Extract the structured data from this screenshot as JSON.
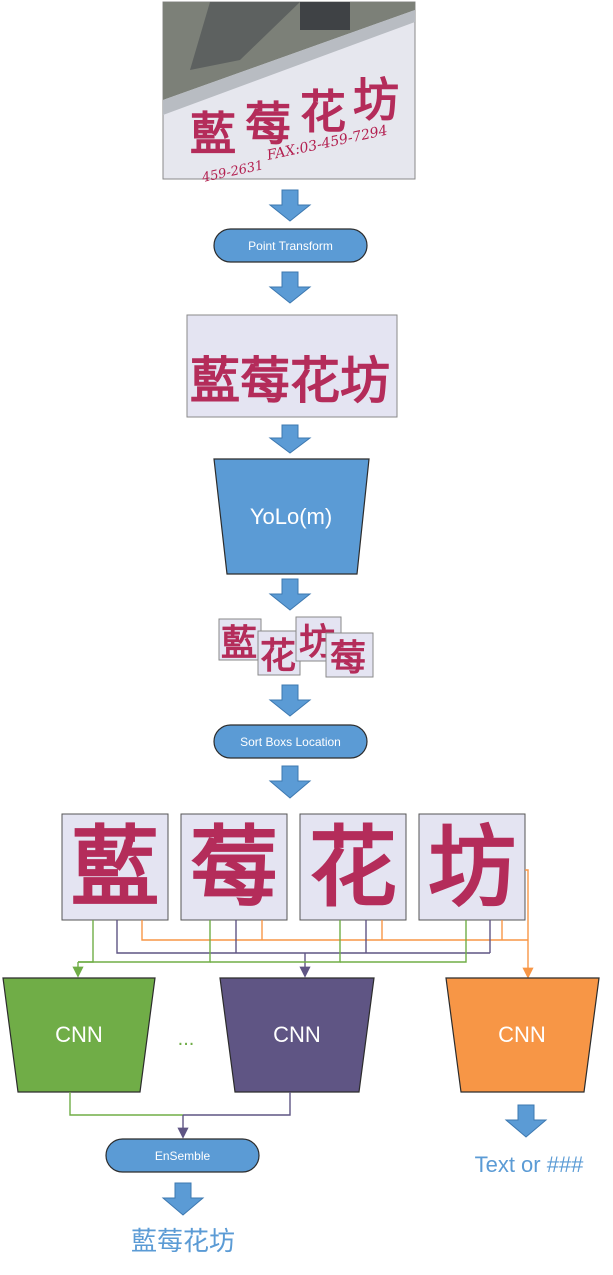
{
  "colors": {
    "accent_blue": "#5b9bd5",
    "pill_blue": "#5b9bd5",
    "cnn_green": "#70ad47",
    "cnn_purple": "#5f5584",
    "cnn_orange": "#f79646",
    "char_color": "#b42c5a",
    "tile_bg": "#e4e4f2"
  },
  "source_photo": {
    "characters": [
      "藍",
      "莓",
      "花",
      "坊"
    ],
    "fax_text": "FAX:03-459-7294",
    "phone_fragment": "459-2631"
  },
  "steps": {
    "point_transform": "Point Transform",
    "yolo": "YoLo(m)",
    "sort_boxes": "Sort Boxs Location",
    "ensemble": "EnSemble"
  },
  "detected_boxes": [
    "藍",
    "花",
    "坊",
    "莓"
  ],
  "sorted_chars": [
    "藍",
    "莓",
    "花",
    "坊"
  ],
  "cnn": {
    "green_label": "CNN",
    "purple_label": "CNN",
    "orange_label": "CNN",
    "ellipsis": "..."
  },
  "outputs": {
    "orange_output": "Text or ###",
    "final_result": "藍莓花坊"
  }
}
